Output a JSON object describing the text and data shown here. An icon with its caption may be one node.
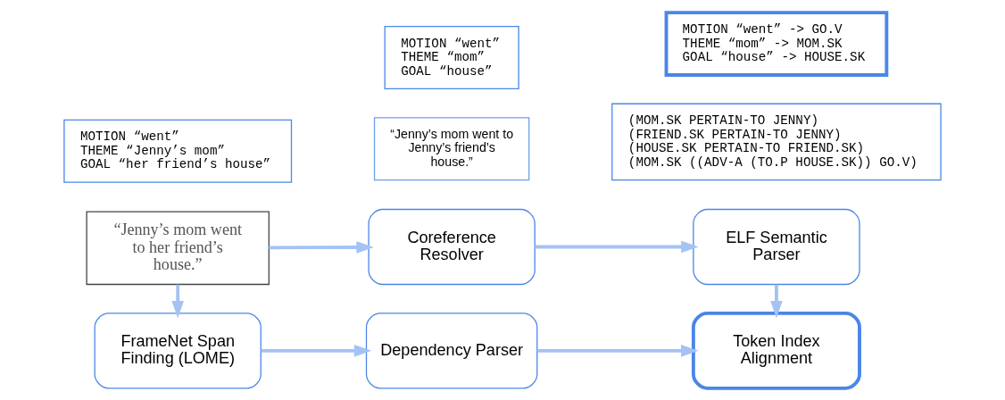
{
  "diagram": {
    "nodes": [
      {
        "text": [
          "“Jenny’s mom went to her friend’s house.”"
        ]
      },
      {
        "text": [
          "Coreference Resolver"
        ]
      },
      {
        "text": [
          "“Jenny’s mom went to Jenny’s friend’s house.”"
        ]
      },
      {
        "text": [
          "ELF Semantic Parser"
        ]
      },
      {
        "text": [
          "(MOM.SK PERTAIN-TO JENNY)",
          "(FRIEND.SK PERTAIN-TO JENNY)",
          "(HOUSE.SK PERTAIN-TO FRIEND.SK)",
          "(MOM.SK ((ADV-A (TO.P HOUSE.SK)) GO.V)"
        ]
      },
      {
        "text": [
          "FrameNet Span Finding (LOME)"
        ]
      },
      {
        "text": [
          "MOTION “went”",
          "THEME “Jenny’s mom”",
          "GOAL “her friend’s house”"
        ]
      },
      {
        "text": [
          "Dependency Parser"
        ]
      },
      {
        "text": [
          "MOTION “went”",
          "THEME “mom”",
          "GOAL “house”"
        ]
      },
      {
        "text": [
          "Token Index Alignment"
        ]
      },
      {
        "text": [
          "MOTION “went” -> GO.V",
          "THEME “mom” -> MOM.SK",
          "GOAL “house” -> HOUSE.SK"
        ]
      }
    ],
    "edges": [
      {
        "from": 0,
        "to": 1,
        "arrow": "to"
      },
      {
        "from": 1,
        "to": 3,
        "arrow": "to"
      },
      {
        "from": 0,
        "to": 5,
        "arrow": "to"
      },
      {
        "from": 5,
        "to": 7,
        "arrow": "to"
      },
      {
        "from": 7,
        "to": 9,
        "arrow": "to"
      },
      {
        "from": 3,
        "to": 9,
        "arrow": "to"
      }
    ]
  }
}
